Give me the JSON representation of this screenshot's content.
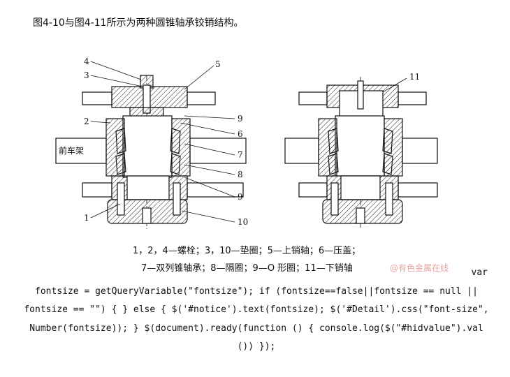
{
  "document": {
    "intro": "图4-10与图4-11所示为两种圆锥轴承铰销结构。",
    "figure": {
      "frame_label": "前车架",
      "callouts": [
        "4",
        "3",
        "5",
        "2",
        "9",
        "6",
        "7",
        "8",
        "9",
        "1",
        "10",
        "11"
      ]
    },
    "caption_line1": "1，2，4—螺栓；3，10—垫圈；5—上销轴；6—压盖；",
    "caption_line2": "7—双列锥轴承；8—隔圈；9—O 形圈；11—下销轴",
    "watermark": "@有色金属在线",
    "code_lines": [
      "var",
      "fontsize = getQueryVariable(\"fontsize\"); if (fontsize==false||fontsize == null ||",
      "fontsize == \"\") { } else { $('#notice').text(fontsize); $('#Detail').css(\"font-size\",",
      "Number(fontsize)); } $(document).ready(function () { console.log($(\"#hidvalue\").val",
      "()) });"
    ]
  }
}
